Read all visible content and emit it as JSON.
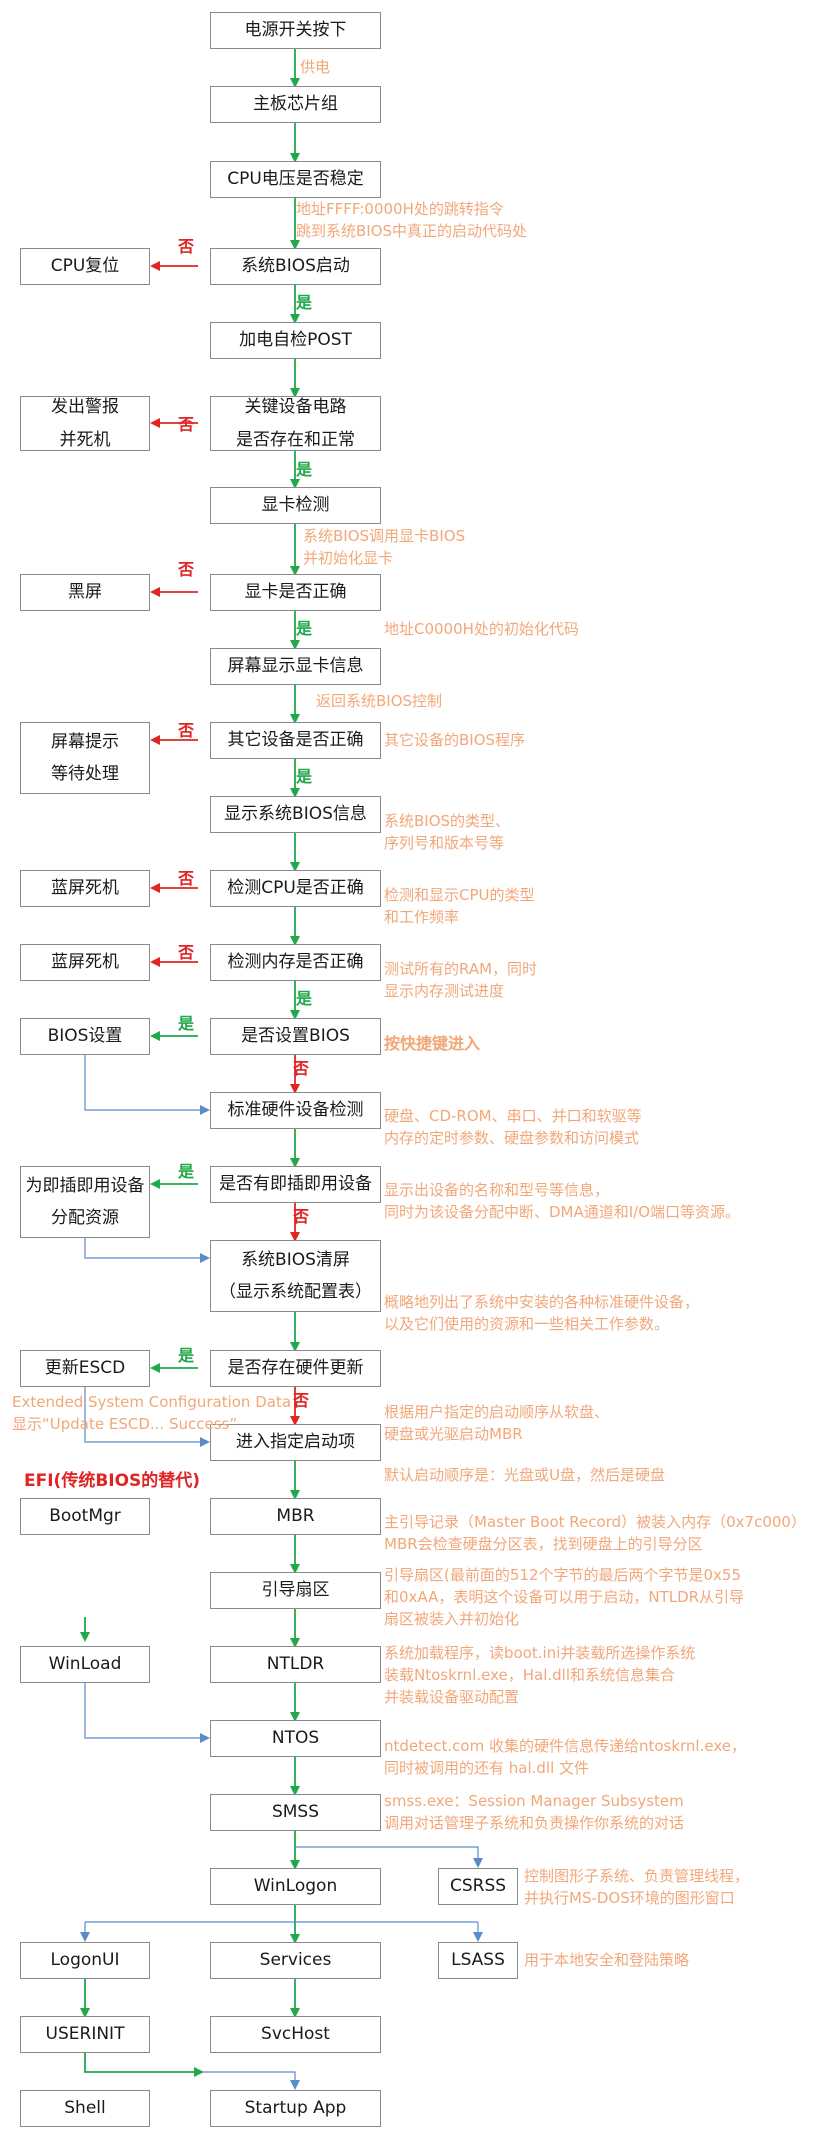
{
  "colors": {
    "box_border": "#8a8a8a",
    "arrow_main": "#21a84a",
    "arrow_no": "#e02424",
    "arrow_blue": "#5b8bc9",
    "note": "#f2a779",
    "yes_label": "#21a84a",
    "no_label": "#e02424",
    "heading": "#e02424"
  },
  "boxes": {
    "power_switch": "电源开关按下",
    "chipset": "主板芯片组",
    "cpu_voltage": "CPU电压是否稳定",
    "cpu_reset": "CPU复位",
    "bios_start": "系统BIOS启动",
    "post": "加电自检POST",
    "alarm": "发出警报\n并死机",
    "key_devices": "关键设备电路\n是否存在和正常",
    "gpu_detect": "显卡检测",
    "black_screen": "黑屏",
    "gpu_ok": "显卡是否正确",
    "gpu_info": "屏幕显示显卡信息",
    "screen_prompt": "屏幕提示\n等待处理",
    "other_devices": "其它设备是否正确",
    "bios_info": "显示系统BIOS信息",
    "bsod_cpu": "蓝屏死机",
    "cpu_ok": "检测CPU是否正确",
    "bsod_mem": "蓝屏死机",
    "mem_ok": "检测内存是否正确",
    "bios_setup": "BIOS设置",
    "setup_bios_q": "是否设置BIOS",
    "std_hw": "标准硬件设备检测",
    "pnp_alloc": "为即插即用设备\n分配资源",
    "pnp_q": "是否有即插即用设备",
    "bios_clear": "系统BIOS清屏\n（显示系统配置表）",
    "update_escd": "更新ESCD",
    "hw_update_q": "是否存在硬件更新",
    "boot_item": "进入指定启动项",
    "bootmgr": "BootMgr",
    "mbr": "MBR",
    "boot_sector": "引导扇区",
    "winload": "WinLoad",
    "ntldr": "NTLDR",
    "ntos": "NTOS",
    "smss": "SMSS",
    "winlogon": "WinLogon",
    "csrss": "CSRSS",
    "logonui": "LogonUI",
    "services": "Services",
    "lsass": "LSASS",
    "userinit": "USERINIT",
    "svchost": "SvcHost",
    "shell": "Shell",
    "startup_app": "Startup App"
  },
  "notes": {
    "power": "供电",
    "jump": "地址FFFF:0000H处的跳转指令\n跳到系统BIOS中真正的启动代码处",
    "gpu_bios": "系统BIOS调用显卡BIOS\n并初始化显卡",
    "c0000": "地址C0000H处的初始化代码",
    "return_bios": "返回系统BIOS控制",
    "other_bios": "其它设备的BIOS程序",
    "bios_type": "系统BIOS的类型、\n序列号和版本号等",
    "cpu_type": "检测和显示CPU的类型\n和工作频率",
    "ram": "测试所有的RAM，同时\n显示内存测试进度",
    "hotkey": "按快捷键进入",
    "hw_list": "硬盘、CD-ROM、串口、并口和软驱等\n内存的定时参数、硬盘参数和访问模式",
    "pnp_info": "显示出设备的名称和型号等信息，\n同时为该设备分配中断、DMA通道和I/O端口等资源。",
    "overview": "概略地列出了系统中安装的各种标准硬件设备，\n以及它们使用的资源和一些相关工作参数。",
    "escd": "Extended System Configuration Data\n显示“Update ESCD... Success”",
    "boot_order": "根据用户指定的启动顺序从软盘、\n硬盘或光驱启动MBR",
    "default_order": "默认启动顺序是：光盘或U盘，然后是硬盘",
    "mbr": "主引导记录（Master Boot Record）被装入内存（0x7c000）\nMBR会检查硬盘分区表，找到硬盘上的引导分区",
    "boot_sector": "引导扇区(最前面的512个字节的最后两个字节是0x55\n和0xAA，表明这个设备可以用于启动，NTLDR从引导\n扇区被装入并初始化",
    "ntldr": "系统加载程序，读boot.ini并装载所选操作系统\n装载Ntoskrnl.exe，Hal.dll和系统信息集合\n并装载设备驱动配置",
    "ntos": "ntdetect.com 收集的硬件信息传递给ntoskrnl.exe，\n同时被调用的还有 hal.dll 文件",
    "smss": "smss.exe：Session Manager Subsystem\n调用对话管理子系统和负责操作你系统的对话",
    "csrss": "控制图形子系统、负责管理线程，\n并执行MS-DOS环境的图形窗口",
    "lsass": "用于本地安全和登陆策略"
  },
  "labels": {
    "yes": "是",
    "no": "否"
  },
  "efi_heading": "EFI(传统BIOS的替代)"
}
